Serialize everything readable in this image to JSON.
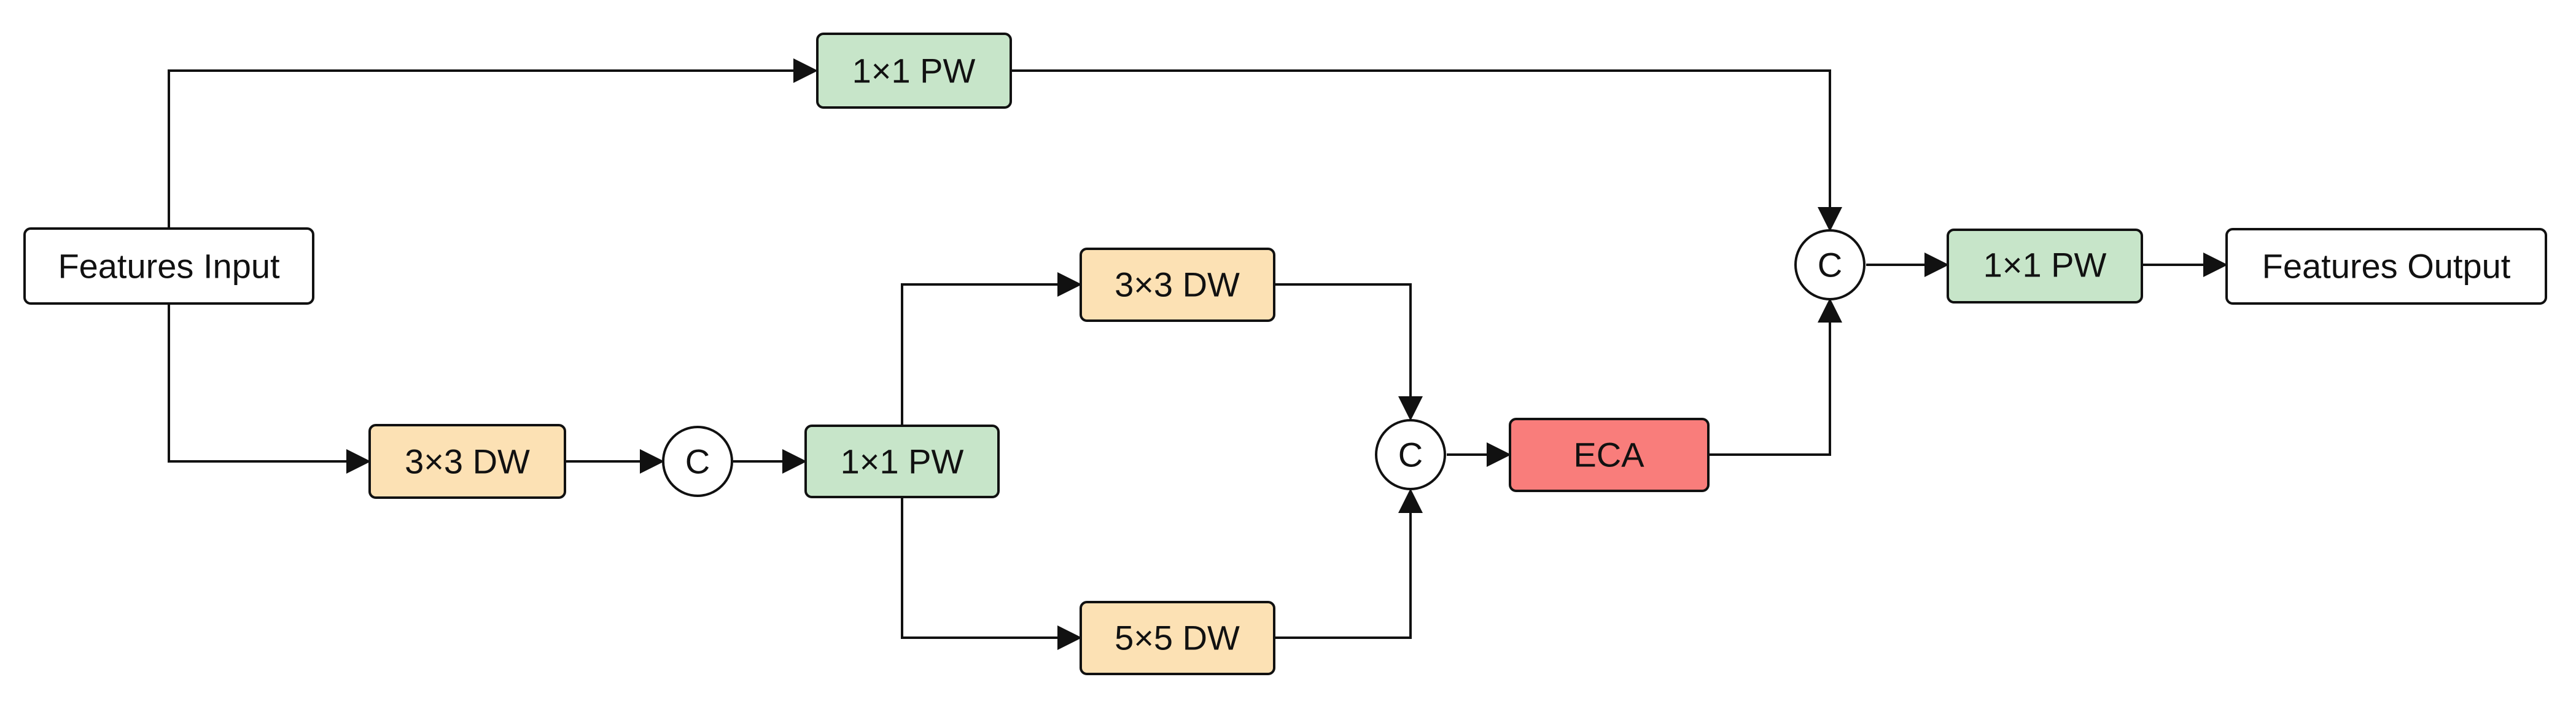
{
  "colors": {
    "input_output": "#ffffff",
    "depthwise": "#fce1b4",
    "pointwise": "#c7e5c9",
    "attention": "#f97d7b",
    "stroke": "#111111"
  },
  "diagram": {
    "input_label": "Features Input",
    "output_label": "Features Output",
    "top_pw_label": "1×1 PW",
    "dw3_first_label": "3×3 DW",
    "concat1_label": "C",
    "pw_mid_label": "1×1 PW",
    "dw3_upper_label": "3×3 DW",
    "dw5_lower_label": "5×5 DW",
    "concat2_label": "C",
    "eca_label": "ECA",
    "concat3_label": "C",
    "pw_final_label": "1×1 PW"
  }
}
